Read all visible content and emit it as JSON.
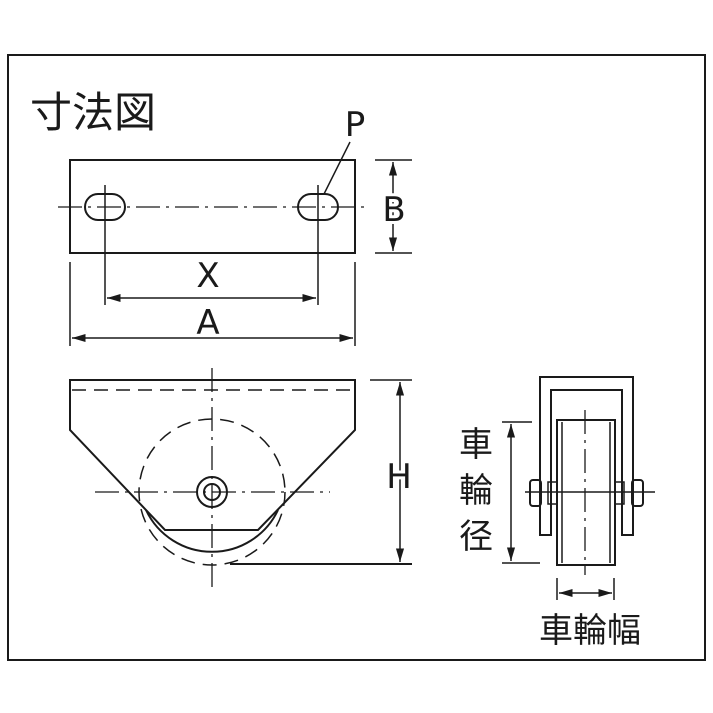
{
  "title": "寸法図",
  "labels": {
    "P": "P",
    "B": "B",
    "X": "X",
    "A": "A",
    "H": "H",
    "wheel_diameter": [
      "車",
      "輪",
      "径"
    ],
    "wheel_width": "車輪幅"
  },
  "colors": {
    "line": "#1a1a1a",
    "background": "#ffffff"
  }
}
